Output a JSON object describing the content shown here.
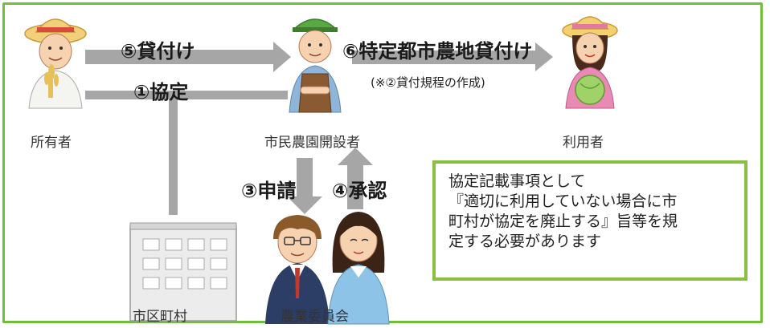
{
  "actors": {
    "owner": "所有者",
    "operator": "市民農園開設者",
    "user": "利用者",
    "municipality": "市区町村",
    "committee": "農業委員会"
  },
  "steps": {
    "lending": "⑤貸付け",
    "agreement": "①協定",
    "special_lending": "⑥特定都市農地貸付け",
    "regulation_note": "(※②貸付規程の作成)",
    "application": "③申請",
    "approval": "④承認"
  },
  "note": {
    "lines": [
      "協定記載事項として",
      "『適切に利用していない場合に市",
      "町村が協定を廃止する』旨等を規",
      "定する必要があります"
    ]
  },
  "colors": {
    "frame": "#6fbf3c",
    "note_border": "#8bbf42",
    "arrow": "#a6a6a6"
  }
}
